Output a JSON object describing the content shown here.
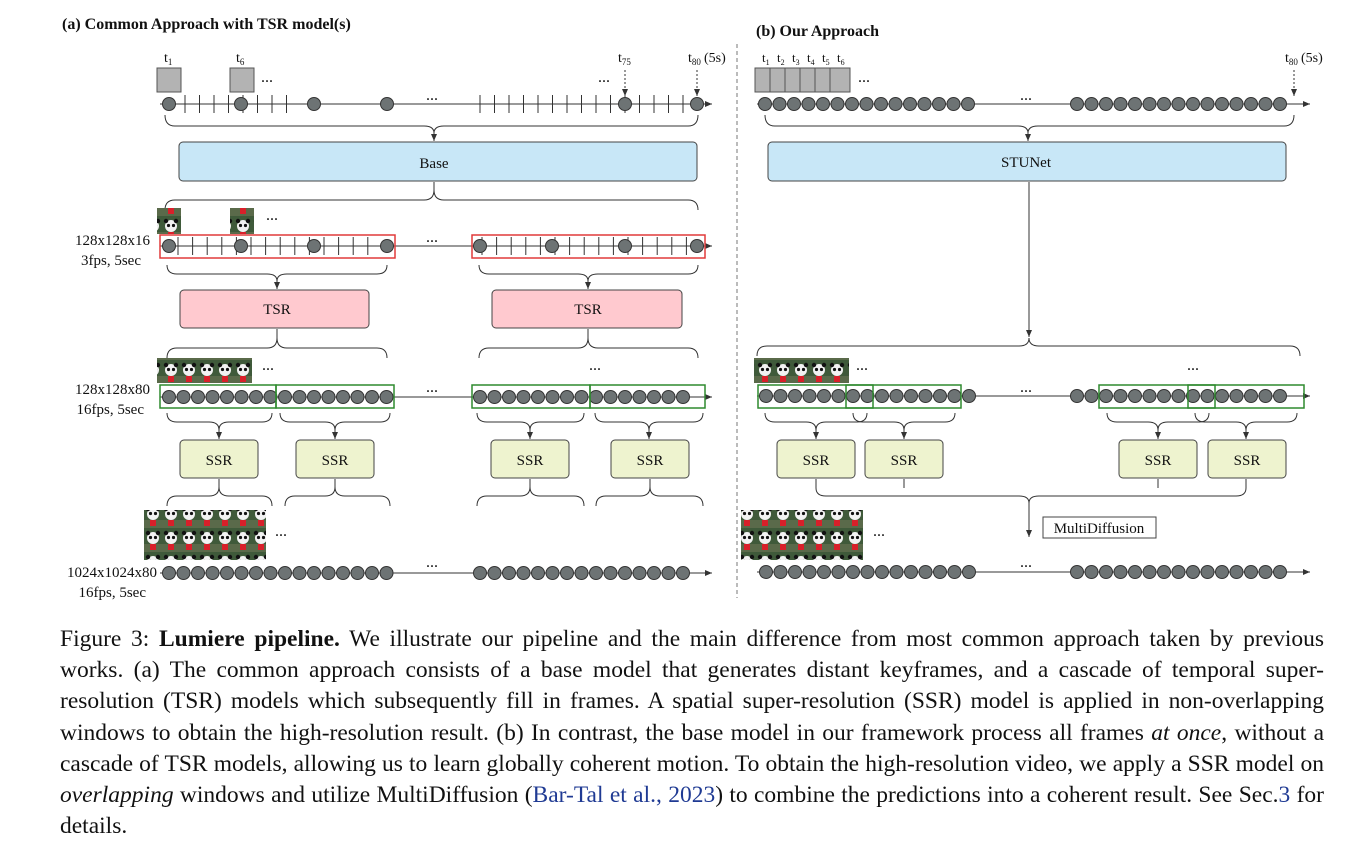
{
  "panel_a": {
    "title": "(a) Common Approach with TSR model(s)",
    "time_labels": [
      "t1",
      "t6",
      "t75",
      "t80"
    ],
    "time_suffix": "(5s)",
    "base_label": "Base",
    "tsr_label": "TSR",
    "ssr_label": "SSR",
    "rows": [
      {
        "line1": "128x128x16",
        "line2": "3fps, 5sec"
      },
      {
        "line1": "128x128x80",
        "line2": "16fps, 5sec"
      },
      {
        "line1": "1024x1024x80",
        "line2": "16fps, 5sec"
      }
    ],
    "ellipsis": "..."
  },
  "panel_b": {
    "title": "(b) Our Approach",
    "time_labels": [
      "t1",
      "t2",
      "t3",
      "t4",
      "t5",
      "t6",
      "t80"
    ],
    "time_suffix": "(5s)",
    "base_label": "STUNet",
    "ssr_label": "SSR",
    "multi_label": "MultiDiffusion",
    "ellipsis": "..."
  },
  "colors": {
    "base_fill": "#c8e7f7",
    "tsr_fill": "#ffc9cf",
    "ssr_fill": "#eef3cf",
    "node_fill": "#6d7374",
    "keyframe_fill": "#b3b3b3",
    "red_window": "#e03a3a",
    "green_window": "#2f8a2f",
    "citation": "#1f3a93"
  },
  "caption": {
    "label": "Figure 3:",
    "bold": "Lumiere pipeline.",
    "seg1": "We illustrate our pipeline and the main difference from most common approach taken by previous works. (a) The common approach consists of a base model that generates distant keyframes, and a cascade of temporal super-resolution (TSR) models which subsequently fill in frames. A spatial super-resolution (SSR) model is applied in non-overlapping windows to obtain the high-resolution result. (b) In contrast, the base model in our framework process all frames",
    "italic1": "at once",
    "seg2": ", without a cascade of TSR models, allowing us to learn globally coherent motion. To obtain the high-resolution video, we apply a SSR model on",
    "italic2": "overlapping",
    "seg3": "windows and utilize MultiDiffusion (",
    "cite_author": "Bar-Tal et al.,",
    "cite_year": "2023",
    "seg4": ") to combine the predictions into a coherent result. See Sec.",
    "sec_ref": "3",
    "seg5": "for details."
  }
}
